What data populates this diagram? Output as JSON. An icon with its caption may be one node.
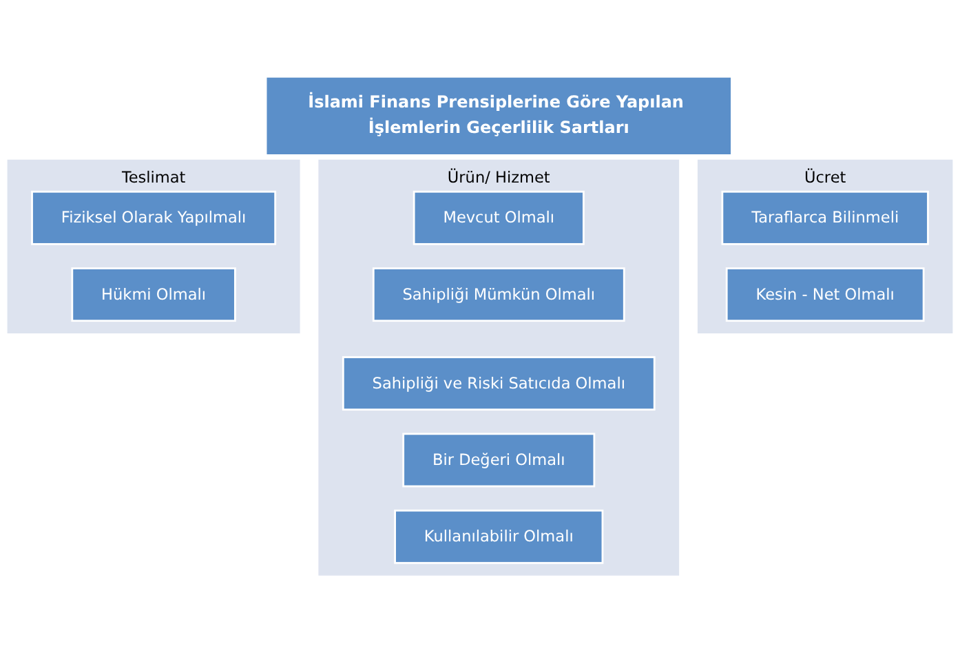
{
  "diagram": {
    "nodes": [
      {
        "text": [
          "İslami Finans Prensiplerine Göre Yapılan İşlemlerin Geçerlilik Sartları"
        ]
      },
      {
        "text": [
          "Ücret"
        ]
      },
      {
        "text": [
          "Taraflarca Bilinmeli"
        ],
        "in": 1
      },
      {
        "text": [
          "Kesin - Net Olmalı"
        ],
        "in": 1
      },
      {
        "text": [
          "Ürün/ Hizmet"
        ]
      },
      {
        "text": [
          "Mevcut Olmalı"
        ],
        "in": 4
      },
      {
        "text": [
          "Sahipliği Mümkün Olmalı"
        ],
        "in": 4
      },
      {
        "text": [
          "Sahipliği ve Riski Satıcıda Olmalı"
        ],
        "in": 4
      },
      {
        "text": [
          "Bir Değeri Olmalı"
        ],
        "in": 4
      },
      {
        "text": [
          "Kullanılabilir Olmalı"
        ],
        "in": 4
      },
      {
        "text": [
          "Teslimat"
        ]
      },
      {
        "text": [
          "Fiziksel Olarak Yapılmalı"
        ],
        "in": 10
      },
      {
        "text": [
          "Hükmi Olmalı"
        ],
        "in": 10
      }
    ]
  }
}
